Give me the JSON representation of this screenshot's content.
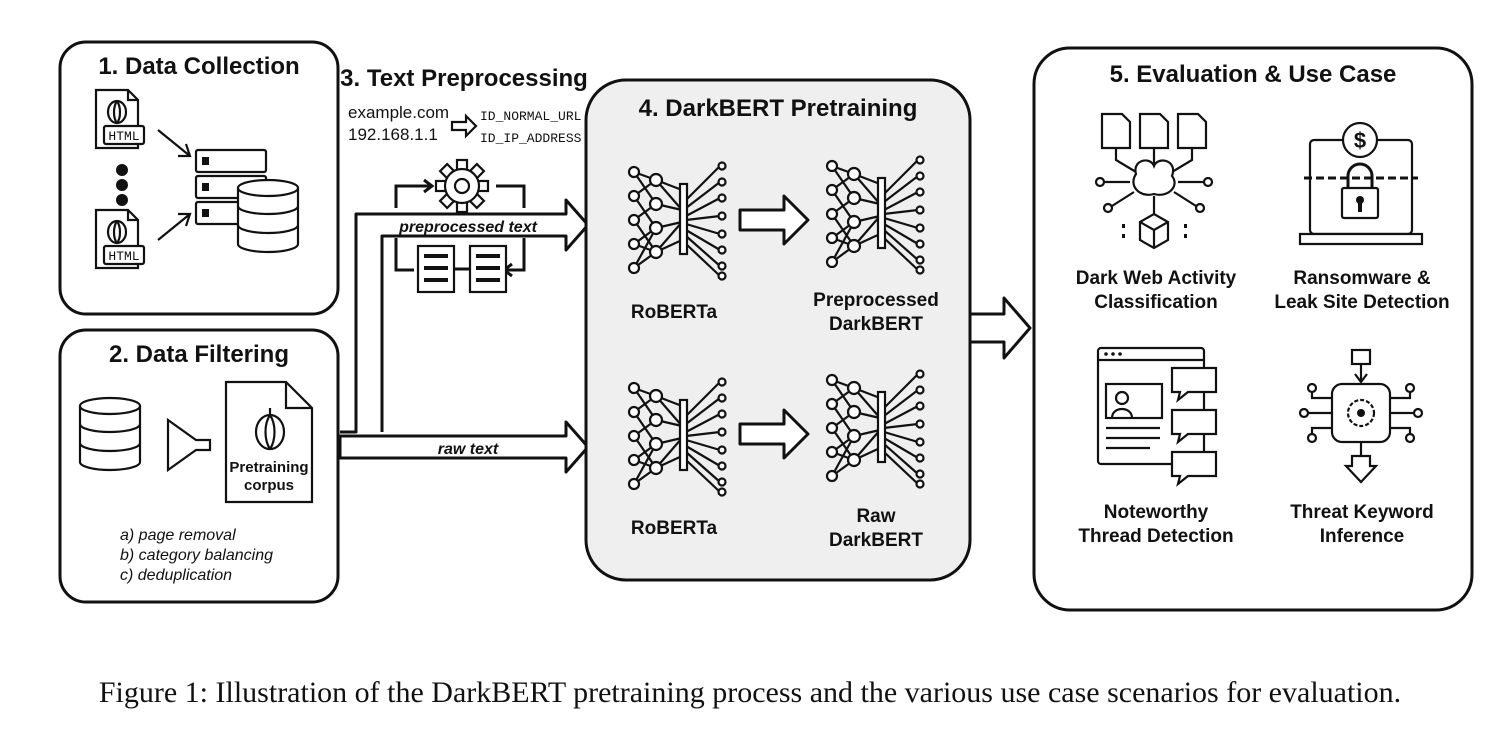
{
  "data_collection": {
    "title": "1. Data Collection",
    "html_label": "HTML"
  },
  "data_filtering": {
    "title": "2. Data Filtering",
    "corpus_label_1": "Pretraining",
    "corpus_label_2": "corpus",
    "steps": [
      "a) page removal",
      "b) category balancing",
      "c) deduplication"
    ]
  },
  "text_preprocessing": {
    "title": "3. Text Preprocessing",
    "example_url": "example.com",
    "example_ip": "192.168.1.1",
    "token_url": "ID_NORMAL_URL",
    "token_ip": "ID_IP_ADDRESS",
    "preprocessed_text_label": "preprocessed text",
    "raw_text_label": "raw text"
  },
  "pretraining": {
    "title": "4. DarkBERT Pretraining",
    "base_model": "RoBERTa",
    "preprocessed_model_1": "Preprocessed",
    "preprocessed_model_2": "DarkBERT",
    "raw_model_1": "Raw",
    "raw_model_2": "DarkBERT"
  },
  "evaluation": {
    "title": "5. Evaluation & Use Case",
    "use_cases": [
      {
        "line1": "Dark Web Activity",
        "line2": "Classification"
      },
      {
        "line1": "Ransomware &",
        "line2": "Leak Site Detection"
      },
      {
        "line1": "Noteworthy",
        "line2": "Thread Detection"
      },
      {
        "line1": "Threat Keyword",
        "line2": "Inference"
      }
    ],
    "dollar_glyph": "$"
  },
  "caption": "Figure 1: Illustration of the DarkBERT pretraining process and the various use case scenarios for evaluation."
}
